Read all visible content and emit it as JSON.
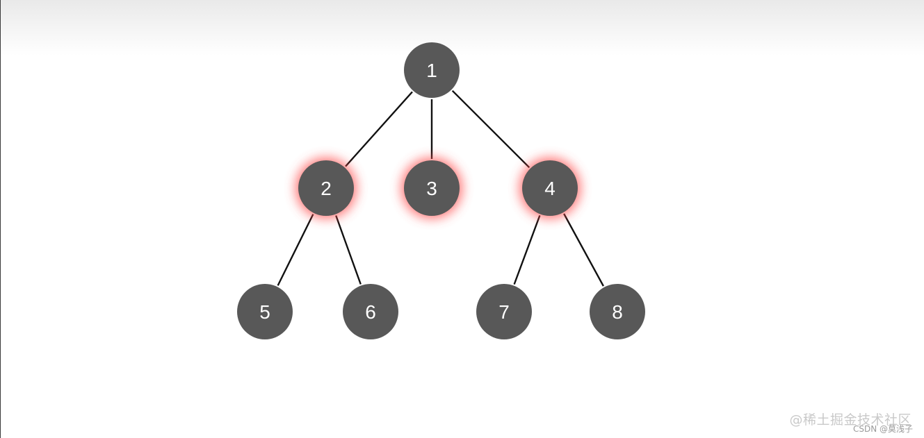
{
  "tree": {
    "nodes": [
      {
        "id": "1",
        "label": "1",
        "highlighted": false
      },
      {
        "id": "2",
        "label": "2",
        "highlighted": true
      },
      {
        "id": "3",
        "label": "3",
        "highlighted": true
      },
      {
        "id": "4",
        "label": "4",
        "highlighted": true
      },
      {
        "id": "5",
        "label": "5",
        "highlighted": false
      },
      {
        "id": "6",
        "label": "6",
        "highlighted": false
      },
      {
        "id": "7",
        "label": "7",
        "highlighted": false
      },
      {
        "id": "8",
        "label": "8",
        "highlighted": false
      }
    ],
    "edges": [
      {
        "from": "1",
        "to": "2"
      },
      {
        "from": "1",
        "to": "3"
      },
      {
        "from": "1",
        "to": "4"
      },
      {
        "from": "2",
        "to": "5"
      },
      {
        "from": "2",
        "to": "6"
      },
      {
        "from": "4",
        "to": "7"
      },
      {
        "from": "4",
        "to": "8"
      }
    ],
    "colors": {
      "node_fill": "#585858",
      "node_text": "#ffffff",
      "edge": "#111111",
      "highlight_glow": "#ff4a4a"
    }
  },
  "watermark": {
    "main": "@稀土掘金技术社区",
    "sub": "CSDN @莫浅子"
  }
}
